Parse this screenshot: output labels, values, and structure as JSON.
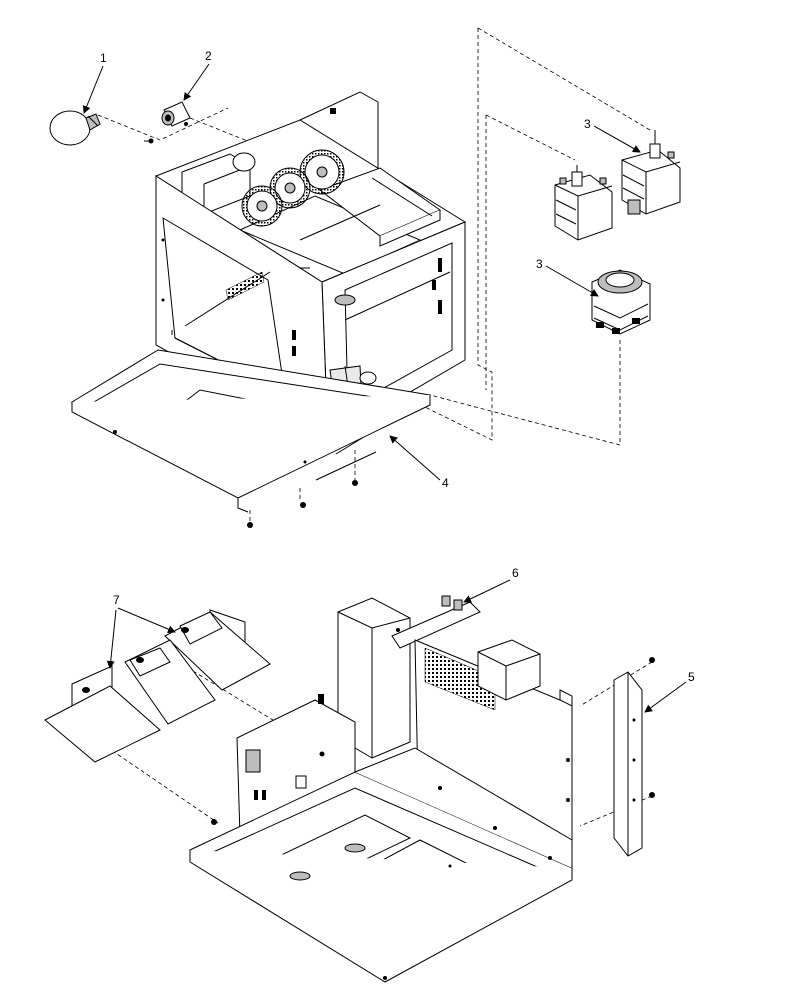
{
  "callouts": [
    {
      "id": "c1",
      "text": "1"
    },
    {
      "id": "c2",
      "text": "2"
    },
    {
      "id": "c3a",
      "text": "3"
    },
    {
      "id": "c3b",
      "text": "3"
    },
    {
      "id": "c4",
      "text": "4"
    },
    {
      "id": "c5",
      "text": "5"
    },
    {
      "id": "c6",
      "text": "6"
    },
    {
      "id": "c7",
      "text": "7"
    }
  ],
  "colors": {
    "line": "#000000",
    "background": "#ffffff",
    "shade": "#e9e9e9"
  }
}
